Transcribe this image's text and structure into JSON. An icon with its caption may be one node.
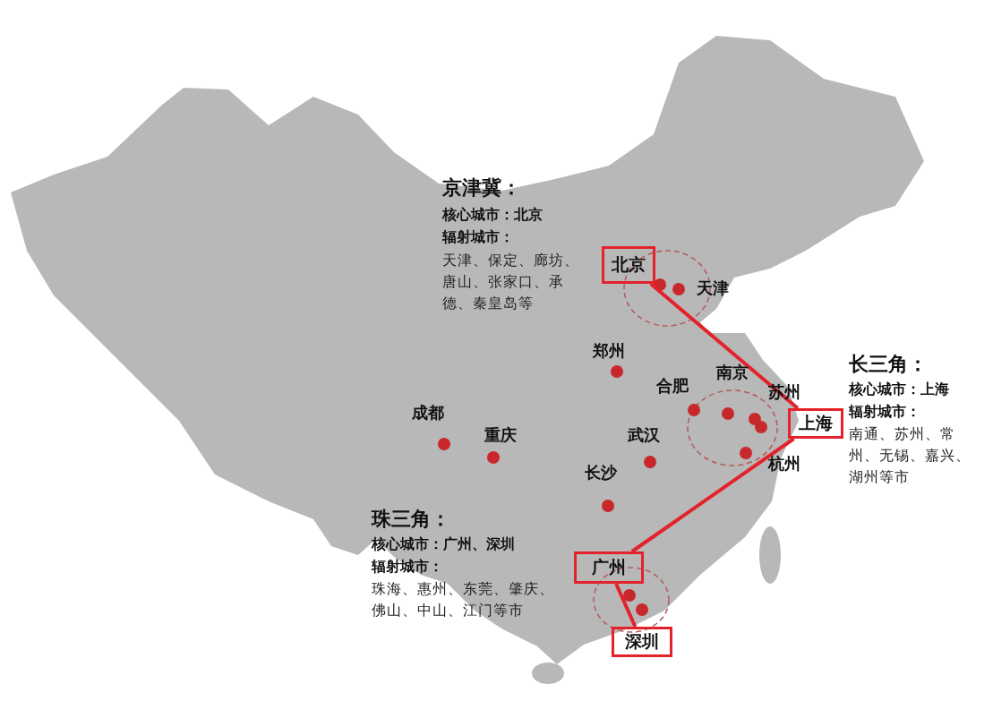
{
  "diagram": {
    "nodes": [
      {
        "text": [
          "北京"
        ],
        "beside": [
          "京津冀：",
          "核心城市：北京",
          "辐射城市：",
          "天津、保定、廊坊、唐山、张家口、承德、秦皇岛等"
        ]
      },
      {
        "text": [
          "上海"
        ],
        "beside": [
          "长三角：",
          "核心城市：上海",
          "辐射城市：",
          "南通、苏州、常州、无锡、嘉兴、湖州等市"
        ]
      },
      {
        "text": [
          "广州"
        ],
        "beside": [
          "珠三角：",
          "核心城市：广州、深圳",
          "辐射城市：",
          "珠海、惠州、东莞、肇庆、佛山、中山、江门等市"
        ]
      },
      {
        "text": [
          "深圳"
        ]
      }
    ],
    "edges": [
      {
        "from": 0,
        "to": 1,
        "arrow": "none"
      },
      {
        "from": 1,
        "to": 2,
        "arrow": "none"
      },
      {
        "from": 2,
        "to": 3,
        "arrow": "none"
      }
    ],
    "labels": [
      "天津",
      "郑州",
      "南京",
      "合肥",
      "苏州",
      "成都",
      "重庆",
      "武汉",
      "杭州",
      "长沙"
    ]
  }
}
